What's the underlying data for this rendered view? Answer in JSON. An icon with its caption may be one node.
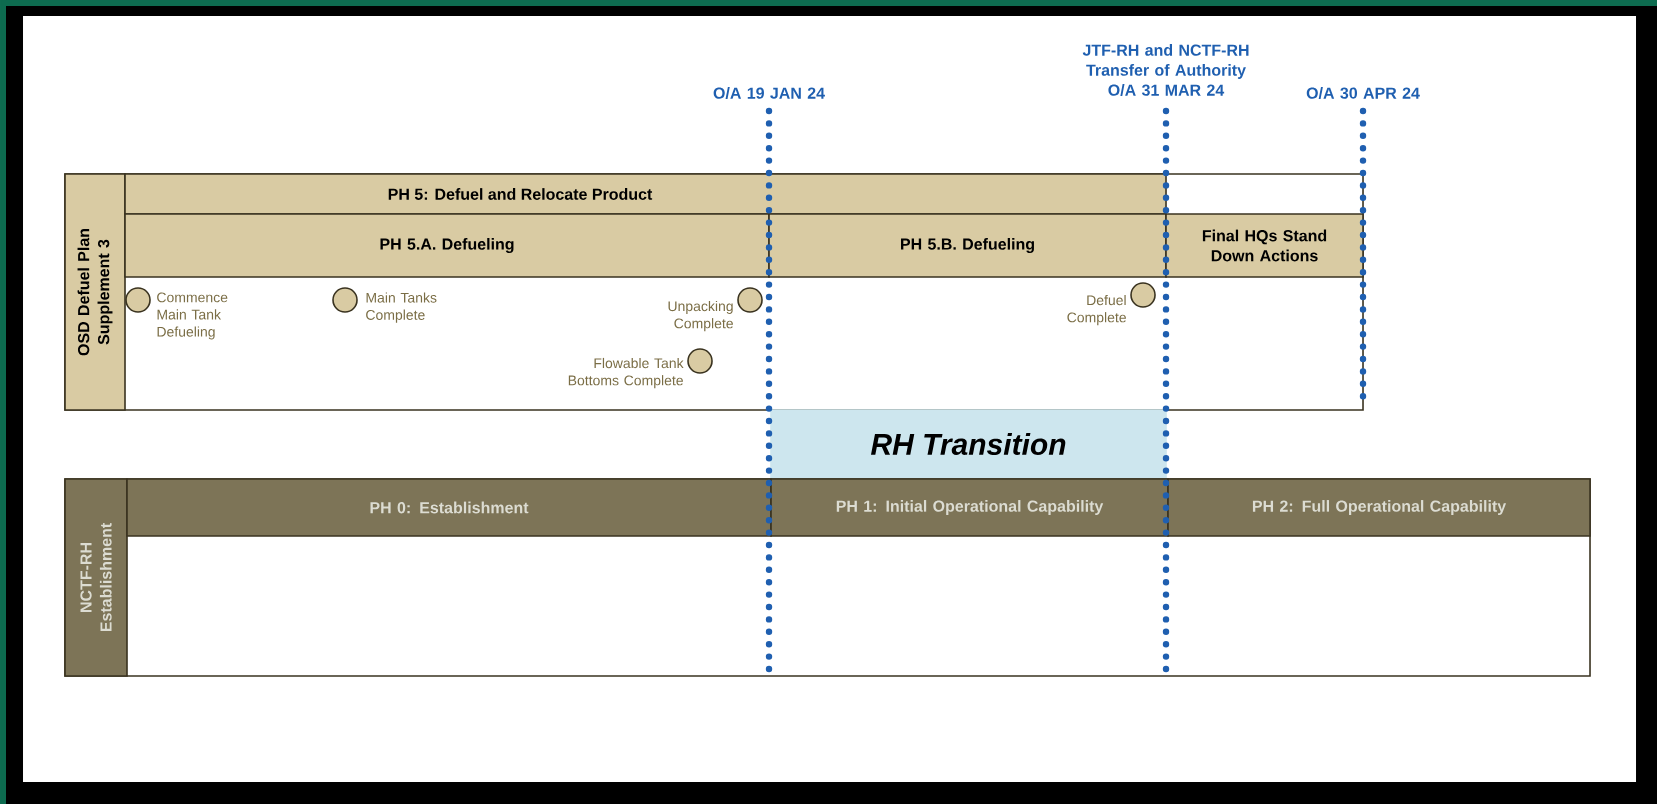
{
  "diagram": {
    "nodes": [
      {
        "text": [
          "OSD Defuel Plan Supplement 3"
        ]
      },
      {
        "text": [
          "PH 5: Defuel and Relocate Product"
        ],
        "in": 0
      },
      {
        "text": [
          "PH 5.A. Defueling"
        ],
        "in": 0
      },
      {
        "text": [
          "PH 5.B. Defueling"
        ],
        "in": 0
      },
      {
        "text": [
          "Final HQs Stand Down Actions"
        ],
        "in": 0
      },
      {
        "text": [],
        "shape": "circle",
        "in": 0,
        "beside": [
          "Commence Main Tank Defueling"
        ]
      },
      {
        "text": [],
        "shape": "circle",
        "in": 0,
        "beside": [
          "Main Tanks Complete"
        ]
      },
      {
        "text": [],
        "shape": "circle",
        "in": 0,
        "beside": [
          "Unpacking Complete"
        ]
      },
      {
        "text": [],
        "shape": "circle",
        "in": 0,
        "beside": [
          "Flowable Tank Bottoms Complete"
        ]
      },
      {
        "text": [],
        "shape": "circle",
        "in": 0,
        "beside": [
          "Defuel Complete"
        ]
      },
      {
        "text": [
          "RH Transition"
        ]
      },
      {
        "text": [
          "NCTF-RH Establishment"
        ]
      },
      {
        "text": [
          "PH 0: Establishment"
        ],
        "in": 11
      },
      {
        "text": [
          "PH 1: Initial Operational Capability"
        ],
        "in": 11
      },
      {
        "text": [
          "PH 2: Full Operational Capability"
        ],
        "in": 11
      }
    ],
    "labels": [
      "O/A 19 JAN 24",
      "JTF-RH and NCTF-RH Transfer of Authority O/A 31 MAR 24",
      "O/A 30 APR 24"
    ]
  }
}
